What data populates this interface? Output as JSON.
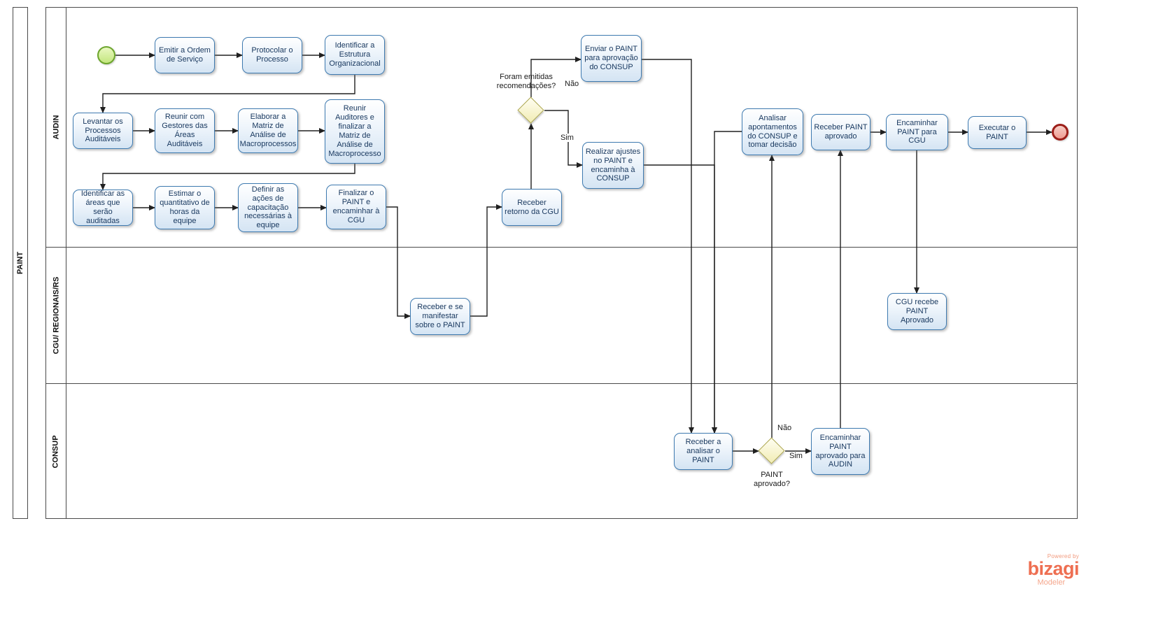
{
  "pool": {
    "label": "PAINT"
  },
  "lanes": [
    {
      "label": "AUDIN"
    },
    {
      "label": "CGU/ REGIONAIS/RS"
    },
    {
      "label": "CONSUP"
    }
  ],
  "tasks": {
    "emitir_ordem": "Emitir a Ordem de Serviço",
    "protocolar": "Protocolar o Processo",
    "identificar_estrutura": "Identificar a Estrutura Organizacional",
    "levantar_processos": "Levantar os Processos Auditáveis",
    "reunir_gestores": "Reunir com Gestores das Áreas Auditáveis",
    "elaborar_matriz": "Elaborar a Matriz de Análise de Macroprocessos",
    "reunir_auditores": "Reunir Auditores e finalizar a Matriz de Análise de Macroprocesso",
    "identificar_areas": "Identificar as áreas que serão auditadas",
    "estimar_quantitativo": "Estimar o quantitativo de horas da equipe",
    "definir_acoes": "Definir as ações de capacitação necessárias à equipe",
    "finalizar_paint": "Finalizar o PAINT e encaminhar à CGU",
    "enviar_paint": "Enviar o PAINT para aprovação do CONSUP",
    "realizar_ajustes": "Realizar ajustes no PAINT e encaminha à CONSUP",
    "receber_retorno": "Receber retorno da CGU",
    "analisar_apontamentos": "Analisar apontamentos do CONSUP e tomar decisão",
    "receber_paint_aprovado": "Receber PAINT aprovado",
    "encaminhar_paint_cgu": "Encaminhar PAINT para CGU",
    "executar_paint": "Executar o PAINT",
    "receber_manifestar": "Receber e se manifestar sobre o PAINT",
    "cgu_recebe_paint": "CGU recebe PAINT Aprovado",
    "receber_analisar": "Receber a analisar o PAINT",
    "encaminhar_paint_audin": "Encaminhar PAINT aprovado para AUDIN"
  },
  "gateways": {
    "recomendacoes": "Foram emitidas recomendações?",
    "aprovado": "PAINT aprovado?"
  },
  "edge_labels": {
    "nao_recomendacoes": "Não",
    "sim_recomendacoes": "Sim",
    "nao_aprovado": "Não",
    "sim_aprovado": "Sim"
  },
  "branding": {
    "powered_by": "Powered by",
    "brand": "bizagi",
    "product": "Modeler"
  }
}
